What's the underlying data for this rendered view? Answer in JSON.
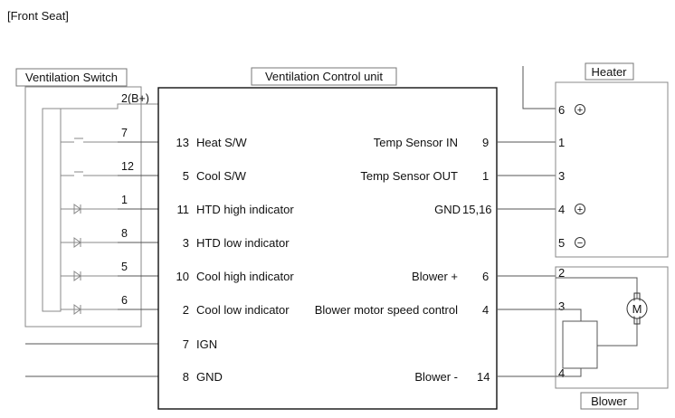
{
  "title": "[Front Seat]",
  "blocks": {
    "switch": "Ventilation Switch",
    "control_unit": "Ventilation Control unit",
    "heater": "Heater",
    "blower": "Blower"
  },
  "switch_pins": [
    "2(B+)",
    "7",
    "12",
    "1",
    "8",
    "5",
    "6"
  ],
  "left_pins": [
    {
      "pin": "13",
      "label": "Heat S/W"
    },
    {
      "pin": "5",
      "label": "Cool S/W"
    },
    {
      "pin": "11",
      "label": "HTD high indicator"
    },
    {
      "pin": "3",
      "label": "HTD low indicator"
    },
    {
      "pin": "10",
      "label": "Cool high indicator"
    },
    {
      "pin": "2",
      "label": "Cool low indicator"
    },
    {
      "pin": "7",
      "label": "IGN"
    },
    {
      "pin": "8",
      "label": "GND"
    }
  ],
  "right_pins": [
    {
      "label": "Temp Sensor IN",
      "pin": "9"
    },
    {
      "label": "Temp Sensor OUT",
      "pin": "1"
    },
    {
      "label": "GND",
      "pin": "15,16"
    },
    {
      "label": "Blower +",
      "pin": "6"
    },
    {
      "label": "Blower motor speed control",
      "pin": "4"
    },
    {
      "label": "Blower -",
      "pin": "14"
    }
  ],
  "heater_pins": [
    "6",
    "1",
    "3",
    "4",
    "5"
  ],
  "blower_pins": [
    "2",
    "3",
    "4"
  ],
  "motor_label": "M",
  "symbols": {
    "plus": "+",
    "minus": "−"
  }
}
